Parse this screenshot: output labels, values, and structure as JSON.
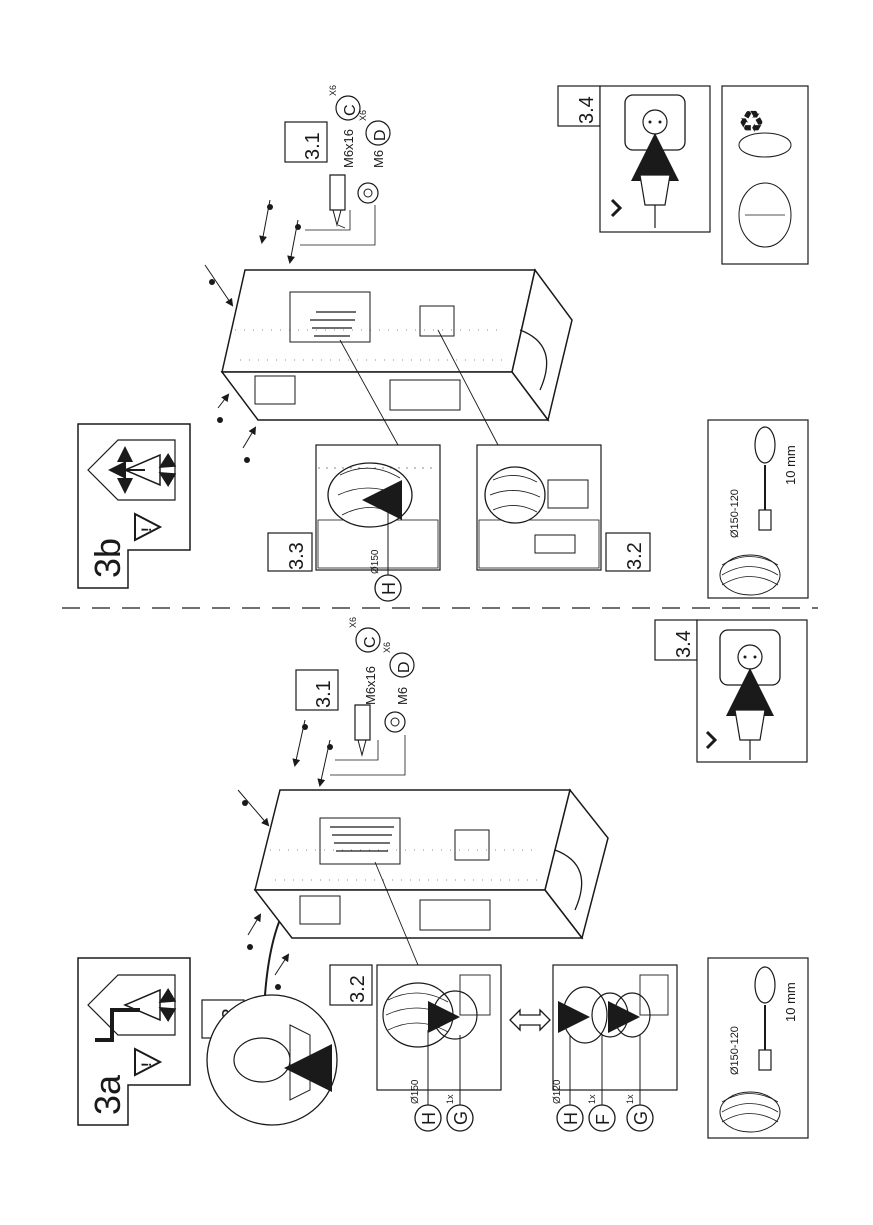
{
  "section_a": {
    "label": "3a",
    "steps": {
      "s31": "3.1",
      "s32": "3.2",
      "s33": "3.3",
      "s34": "3.4"
    },
    "screw": {
      "size": "M6x16",
      "letter": "C",
      "qty": "X6"
    },
    "washer": {
      "size": "M6",
      "letter": "D",
      "qty": "X6"
    },
    "duct_top": {
      "h_diam": "Ø150",
      "h_letter": "H",
      "g_letter": "G",
      "g_qty": "1x"
    },
    "duct_bottom": {
      "h_diam": "Ø120",
      "h_letter": "H",
      "f_letter": "F",
      "f_qty": "1x",
      "g_letter": "G",
      "g_qty": "1x"
    },
    "tools": {
      "duct": "Ø150-120",
      "wrench": "10 mm"
    }
  },
  "section_b": {
    "label": "3b",
    "steps": {
      "s31": "3.1",
      "s32": "3.2",
      "s33": "3.3",
      "s34": "3.4"
    },
    "screw": {
      "size": "M6x16",
      "letter": "C",
      "qty": "X6"
    },
    "washer": {
      "size": "M6",
      "letter": "D",
      "qty": "X6"
    },
    "duct": {
      "h_diam": "Ø150",
      "h_letter": "H"
    },
    "tools": {
      "duct": "Ø150-120",
      "wrench": "10 mm"
    }
  },
  "colors": {
    "ink": "#1a1a1a",
    "paper": "#ffffff",
    "shade": "#bdbdbd"
  },
  "icons": [
    "warning-triangle-icon",
    "hood-airflow-icon",
    "plug-socket-icon",
    "recycle-icon",
    "screwdriver-icon",
    "duct-coil-icon",
    "screw-icon",
    "washer-icon"
  ]
}
